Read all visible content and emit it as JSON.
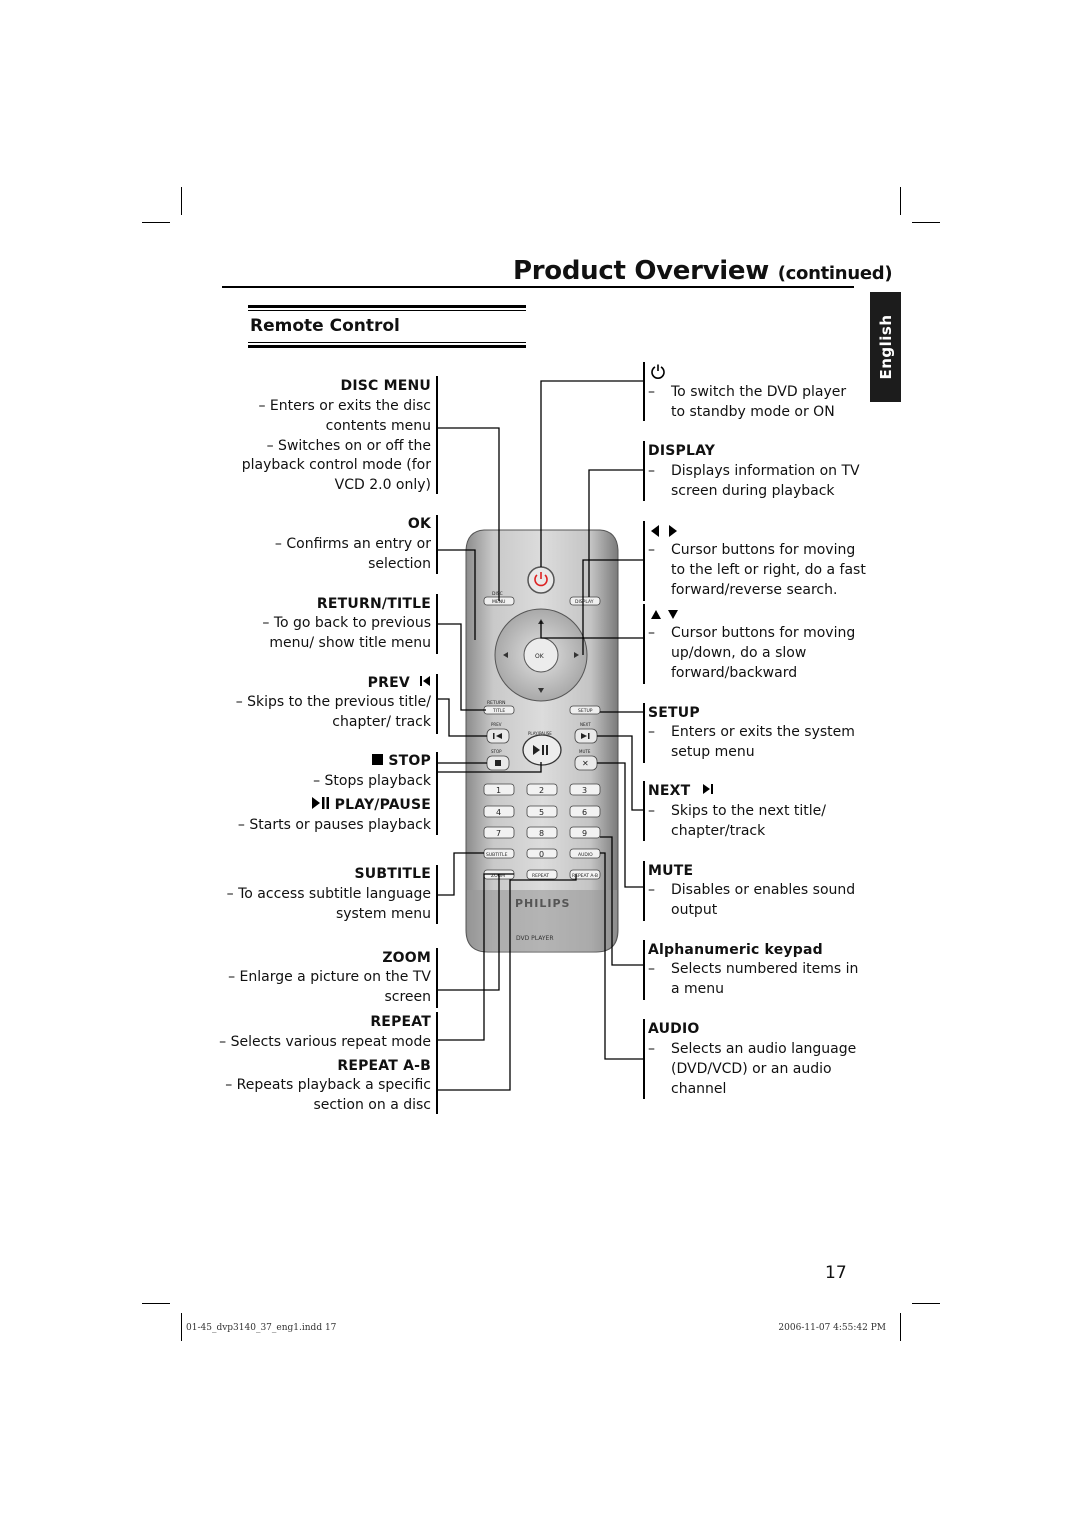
{
  "header": {
    "title": "Product Overview",
    "title_suffix": "(continued)",
    "language_tab": "English"
  },
  "section": {
    "title": "Remote Control"
  },
  "left_labels": [
    {
      "key": "disc_menu",
      "label": "DISC MENU",
      "desc": [
        "– Enters or exits the disc",
        "contents menu",
        "– Switches on or off the",
        "playback control mode (for",
        "VCD 2.0 only)"
      ]
    },
    {
      "key": "ok",
      "label": "OK",
      "desc": [
        "– Confirms an entry or",
        "selection"
      ]
    },
    {
      "key": "return_title",
      "label": "RETURN/TITLE",
      "desc": [
        "– To go back to previous",
        "menu/ show title menu"
      ]
    },
    {
      "key": "prev",
      "label": "PREV",
      "icon": "prev-icon",
      "desc": [
        "– Skips to the previous title/",
        "chapter/ track"
      ]
    },
    {
      "key": "stop",
      "label": "STOP",
      "icon": "stop-icon",
      "desc": [
        "– Stops playback"
      ]
    },
    {
      "key": "play_pause",
      "label": "PLAY/PAUSE",
      "icon": "play-pause-icon",
      "desc": [
        "– Starts or pauses playback"
      ]
    },
    {
      "key": "subtitle",
      "label": "SUBTITLE",
      "desc": [
        "– To access subtitle language",
        "system menu"
      ]
    },
    {
      "key": "zoom",
      "label": "ZOOM",
      "desc": [
        "– Enlarge a picture on the TV",
        "screen"
      ]
    },
    {
      "key": "repeat",
      "label": "REPEAT",
      "desc": [
        "– Selects various repeat mode"
      ]
    },
    {
      "key": "repeat_ab",
      "label": "REPEAT A-B",
      "desc": [
        "– Repeats playback a specific",
        "section on a disc"
      ]
    }
  ],
  "right_labels": [
    {
      "key": "power",
      "label": "",
      "icon": "power-icon",
      "desc": [
        "To switch the DVD player",
        "to standby mode or ON"
      ]
    },
    {
      "key": "display",
      "label": "DISPLAY",
      "desc": [
        "Displays information on TV",
        "screen during playback"
      ]
    },
    {
      "key": "left_right",
      "label": "",
      "icon": "left-right-arrows-icon",
      "desc": [
        "Cursor buttons for moving",
        "to the left or right, do a fast",
        "forward/reverse search."
      ]
    },
    {
      "key": "up_down",
      "label": "",
      "icon": "up-down-arrows-icon",
      "desc": [
        "Cursor buttons for moving",
        "up/down, do a slow",
        "forward/backward"
      ]
    },
    {
      "key": "setup",
      "label": "SETUP",
      "desc": [
        "Enters or exits the system",
        "setup menu"
      ]
    },
    {
      "key": "next",
      "label": "NEXT",
      "icon": "next-icon",
      "desc": [
        "Skips to the next title/",
        "chapter/track"
      ]
    },
    {
      "key": "mute",
      "label": "MUTE",
      "desc": [
        "Disables or enables sound",
        "output"
      ]
    },
    {
      "key": "alphanumeric",
      "label": "Alphanumeric keypad",
      "desc": [
        "Selects numbered items in",
        "a menu"
      ]
    },
    {
      "key": "audio",
      "label": "AUDIO",
      "desc": [
        "Selects an audio language",
        "(DVD/VCD) or an audio",
        "channel"
      ]
    }
  ],
  "dash": "–",
  "remote": {
    "disc_label": "DISC",
    "menu_label": "MENU",
    "display_label": "DISPLAY",
    "ok_label": "OK",
    "return_label": "RETURN",
    "title_label": "TITLE",
    "setup_label": "SETUP",
    "prev_label": "PREV",
    "playpause_label": "PLAY/PAUSE",
    "next_label": "NEXT",
    "stop_label": "STOP",
    "mute_label": "MUTE",
    "keys": [
      "1",
      "2",
      "3",
      "4",
      "5",
      "6",
      "7",
      "8",
      "9"
    ],
    "subtitle_label": "SUBTITLE",
    "zero_label": "0",
    "audio_label": "AUDIO",
    "zoom_label": "ZOOM",
    "repeat_label": "REPEAT",
    "repeatab_label": "REPEAT A-B",
    "brand": "PHILIPS",
    "model": "DVD PLAYER"
  },
  "page_number": "17",
  "footer": {
    "file": "01-45_dvp3140_37_eng1.indd   17",
    "date": "2006-11-07   4:55:42 PM"
  }
}
